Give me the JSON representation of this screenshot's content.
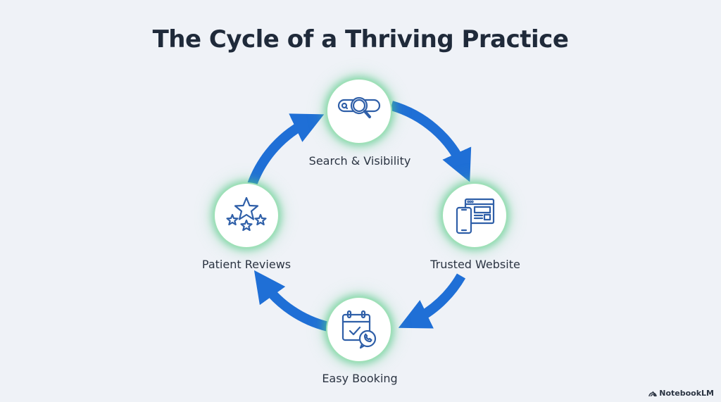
{
  "title": "The Cycle of a Thriving Practice",
  "colors": {
    "background": "#eff2f7",
    "arrow": "#1f6fd6",
    "icon_stroke": "#2f5fa8",
    "node_glow": "#4ac780",
    "title": "#1f2a3a"
  },
  "nodes": [
    {
      "label": "Search & Visibility",
      "icon": "search-bar-magnifier-icon"
    },
    {
      "label": "Trusted Website",
      "icon": "website-devices-icon"
    },
    {
      "label": "Easy Booking",
      "icon": "calendar-chat-icon"
    },
    {
      "label": "Patient Reviews",
      "icon": "stars-rating-icon"
    }
  ],
  "flow": [
    "Search & Visibility",
    "Trusted Website",
    "Easy Booking",
    "Patient Reviews",
    "Search & Visibility"
  ],
  "brand": {
    "name": "NotebookLM",
    "icon": "notebooklm-logo-icon"
  }
}
